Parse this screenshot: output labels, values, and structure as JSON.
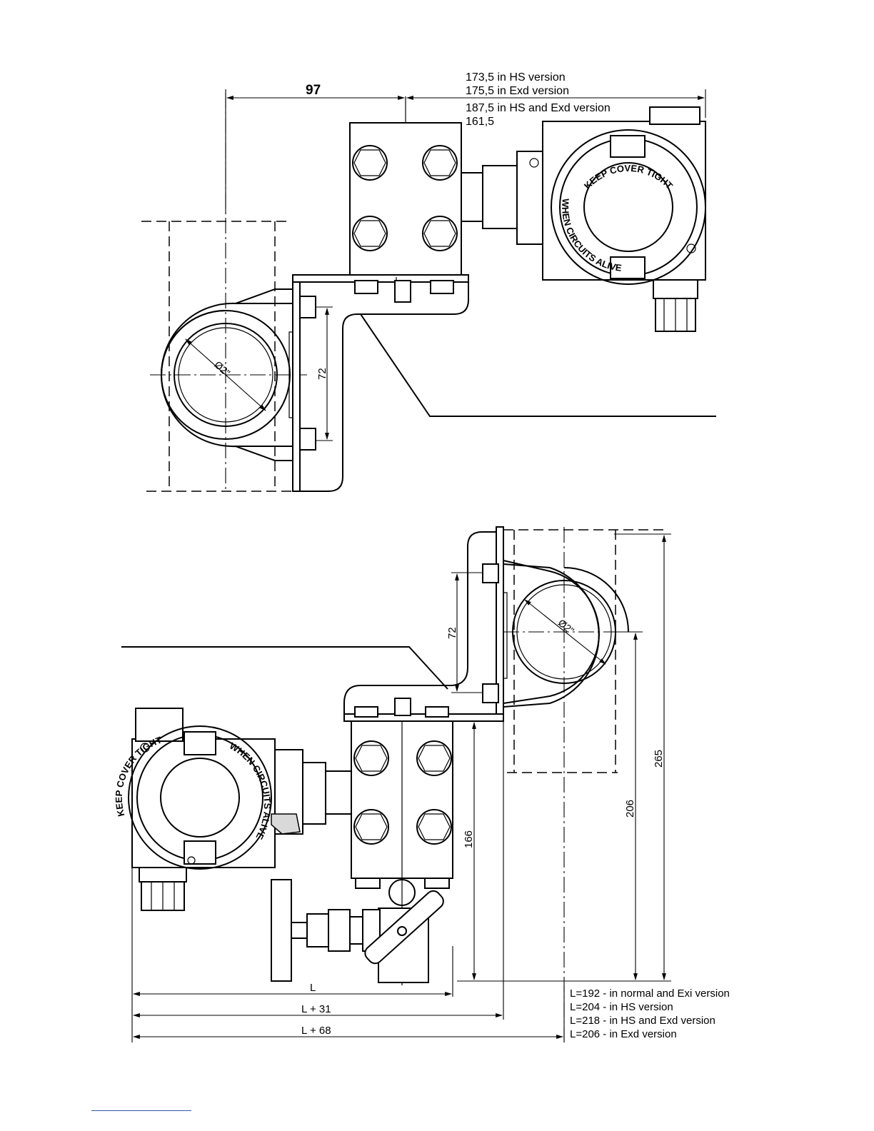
{
  "top_view": {
    "dim_97": "97",
    "note_lines": [
      "173,5 in HS version",
      "175,5 in Exd version",
      "187,5 in HS and Exd version",
      "161,5"
    ],
    "dim_72": "72",
    "pipe_diameter": "Ø2\"",
    "housing_label_upper": "KEEP COVER TIGHT",
    "housing_label_lower": "WHEN CIRCUITS ALIVE"
  },
  "bottom_view": {
    "dim_72": "72",
    "pipe_diameter": "Ø2\"",
    "dim_265": "265",
    "dim_206": "206",
    "dim_166": "166",
    "dim_L": "L",
    "dim_L31": "L + 31",
    "dim_L68": "L + 68",
    "legend": [
      "L=192 - in normal and Exi version",
      "L=204 - in HS version",
      "L=218 - in HS and Exd version",
      "L=206 - in Exd version"
    ],
    "housing_label_upper": "KEEP COVER TIGHT",
    "housing_label_lower": "WHEN CIRCUITS ALIVE"
  }
}
